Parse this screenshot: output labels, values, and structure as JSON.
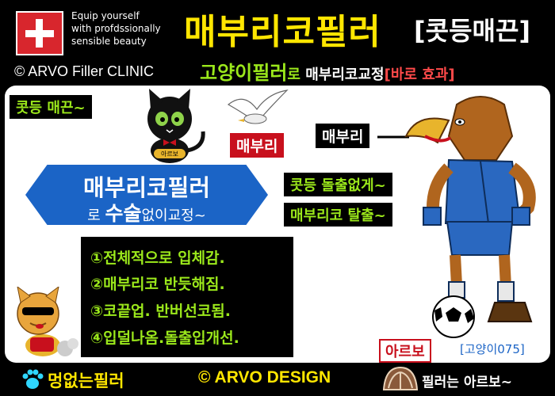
{
  "header": {
    "slogan": [
      "Equip yourself",
      "with profdssionally",
      "sensible beauty"
    ],
    "clinic": "© ARVO Filler CLINIC",
    "title": "매부리코필러",
    "bracket_title": "[콧등매끈]",
    "sub_big": "고양이필러",
    "sub_small": "로 ",
    "sub_white": "매부리코교정",
    "sub_red": "[바로 효과]"
  },
  "panel": {
    "tag_top_left": "콧등 매끈~",
    "cat_badge": "아르보",
    "bird_label": "매부리",
    "eagle_label": "매부리",
    "hex_line1": "매부리코필러",
    "hex_line2_a": "로 ",
    "hex_line2_b": "수술",
    "hex_line2_c": "없이교정~",
    "tag_right1": "콧등 돌출없게~",
    "tag_right2": "매부리코 탈출~",
    "list": [
      "①전체적으로 입체감.",
      "②매부리코 반듯해짐.",
      "③코끝업. 반버선코됨.",
      "④입덜나옴.돌출입개선."
    ],
    "brand_tag": "아르보",
    "code_tag": "[고양이075]"
  },
  "footer": {
    "text1": "멍없는필러",
    "text2": "© ARVO DESIGN",
    "text3": "필러는 아르보~"
  },
  "colors": {
    "accent_yellow": "#ffe600",
    "accent_green": "#9be81b",
    "accent_red": "#c8101d",
    "hex_blue": "#1b64c6"
  }
}
